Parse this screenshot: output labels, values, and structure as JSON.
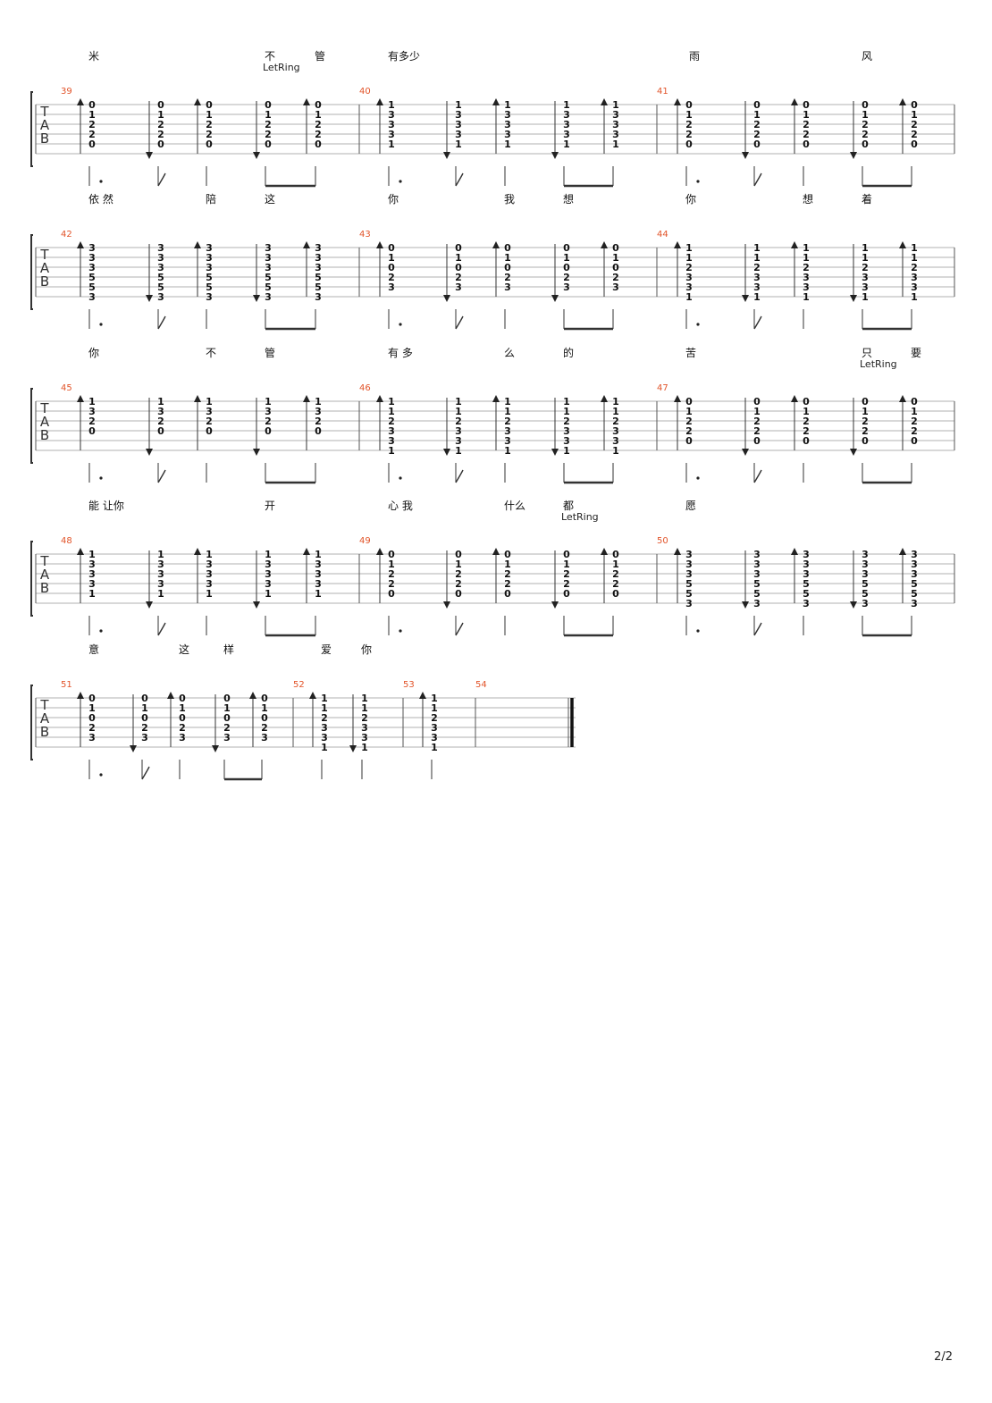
{
  "page_number": "2/2",
  "systems": [
    {
      "measures": [
        {
          "number": "39",
          "chord": [
            "0",
            "1",
            "2",
            "2",
            "0"
          ],
          "lyrics": [
            {
              "text": "米",
              "beat": 0
            },
            {
              "text": "不",
              "beat": 3
            },
            {
              "text": "管",
              "beat": 4
            }
          ],
          "letring": [
            {
              "beat": 3
            }
          ]
        },
        {
          "number": "40",
          "chord": [
            "1",
            "3",
            "3",
            "3",
            "1"
          ],
          "lyrics": [
            {
              "text": "有多少",
              "beat": 0
            }
          ],
          "letring": []
        },
        {
          "number": "41",
          "chord": [
            "0",
            "1",
            "2",
            "2",
            "0"
          ],
          "lyrics": [
            {
              "text": "风",
              "beat": 3
            },
            {
              "text": "雨",
              "beat": 0,
              "measure_offset": 1
            }
          ],
          "letring": []
        }
      ]
    },
    {
      "measures": [
        {
          "number": "42",
          "chord": [
            "3",
            "3",
            "3",
            "5",
            "5",
            "3"
          ],
          "lyrics": [
            {
              "text": "依 然",
              "beat": 0
            },
            {
              "text": "陪",
              "beat": 2
            },
            {
              "text": "这",
              "beat": 3
            }
          ],
          "letring": []
        },
        {
          "number": "43",
          "chord": [
            "0",
            "1",
            "0",
            "2",
            "3"
          ],
          "lyrics": [
            {
              "text": "你",
              "beat": 0
            },
            {
              "text": "我",
              "beat": 2
            },
            {
              "text": "想",
              "beat": 3
            }
          ],
          "letring": []
        },
        {
          "number": "44",
          "chord": [
            "1",
            "1",
            "2",
            "3",
            "3",
            "1"
          ],
          "lyrics": [
            {
              "text": "你",
              "beat": 0
            },
            {
              "text": "想",
              "beat": 2
            },
            {
              "text": "着",
              "beat": 3
            }
          ],
          "letring": []
        }
      ]
    },
    {
      "measures": [
        {
          "number": "45",
          "chord": [
            "1",
            "3",
            "2",
            "0"
          ],
          "lyrics": [
            {
              "text": "你",
              "beat": 0
            },
            {
              "text": "不",
              "beat": 2
            },
            {
              "text": "管",
              "beat": 3
            }
          ],
          "letring": []
        },
        {
          "number": "46",
          "chord": [
            "1",
            "1",
            "2",
            "3",
            "3",
            "1"
          ],
          "lyrics": [
            {
              "text": "有  多",
              "beat": 0
            },
            {
              "text": "么",
              "beat": 2
            },
            {
              "text": "的",
              "beat": 3
            }
          ],
          "letring": []
        },
        {
          "number": "47",
          "chord": [
            "0",
            "1",
            "2",
            "2",
            "0"
          ],
          "lyrics": [
            {
              "text": "苦",
              "beat": 0
            },
            {
              "text": "只",
              "beat": 3
            },
            {
              "text": "要",
              "beat": 4
            }
          ],
          "letring": [
            {
              "beat": 3
            }
          ]
        }
      ]
    },
    {
      "measures": [
        {
          "number": "48",
          "chord": [
            "1",
            "3",
            "3",
            "3",
            "1"
          ],
          "lyrics": [
            {
              "text": "能 让你",
              "beat": 0
            },
            {
              "text": "开",
              "beat": 3
            }
          ],
          "letring": []
        },
        {
          "number": "49",
          "chord": [
            "0",
            "1",
            "2",
            "2",
            "0"
          ],
          "lyrics": [
            {
              "text": "心  我",
              "beat": 0
            },
            {
              "text": "什么",
              "beat": 2
            },
            {
              "text": "都",
              "beat": 3
            }
          ],
          "letring": [
            {
              "beat": 3
            }
          ]
        },
        {
          "number": "50",
          "chord": [
            "3",
            "3",
            "3",
            "5",
            "5",
            "3"
          ],
          "lyrics": [
            {
              "text": "愿",
              "beat": 0
            }
          ],
          "letring": []
        }
      ]
    },
    {
      "measures": [
        {
          "number": "51",
          "chord": [
            "0",
            "1",
            "0",
            "2",
            "3"
          ],
          "lyrics": [
            {
              "text": "意",
              "beat": 0
            },
            {
              "text": "这",
              "beat": 2
            },
            {
              "text": "样",
              "beat": 3
            }
          ],
          "letring": []
        },
        {
          "number": "52",
          "chord": [
            "1",
            "1",
            "2",
            "3",
            "3",
            "1"
          ],
          "lyrics": [
            {
              "text": "爱",
              "beat": 0
            },
            {
              "text": "你",
              "beat": 1
            }
          ],
          "letring": []
        },
        {
          "number": "53",
          "chord": [
            "1",
            "1",
            "2",
            "3",
            "3",
            "1"
          ],
          "lyrics": [],
          "letring": []
        },
        {
          "number": "54",
          "chord": [],
          "lyrics": [],
          "letring": []
        }
      ]
    }
  ],
  "texts": {
    "letring_label": "LetRing",
    "clef": [
      "T",
      "A",
      "B"
    ]
  }
}
